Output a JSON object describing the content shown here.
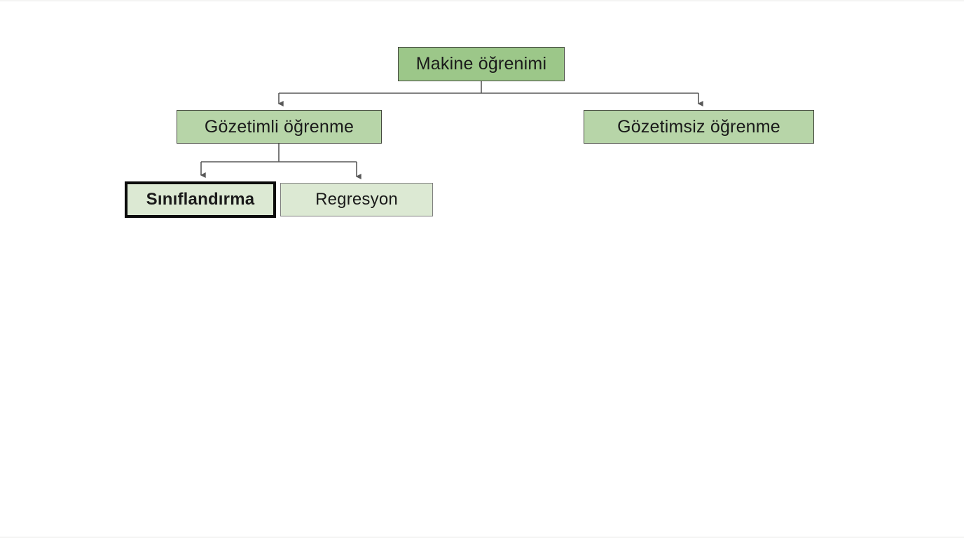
{
  "page": {
    "background_color": "#ffffff"
  },
  "diagram": {
    "type": "tree-flowchart",
    "connector_color": "#595959",
    "nodes": {
      "root": {
        "label": "Makine öğrenimi",
        "fill": "#9cc789",
        "border_color": "#45493f",
        "level": 1
      },
      "supervised": {
        "label": "Gözetimli öğrenme",
        "fill": "#b7d5a8",
        "border_color": "#45493f",
        "level": 2,
        "parent": "Makine öğrenimi"
      },
      "unsupervised": {
        "label": "Gözetimsiz öğrenme",
        "fill": "#b7d5a8",
        "border_color": "#45493f",
        "level": 2,
        "parent": "Makine öğrenimi"
      },
      "classification": {
        "label": "Sınıflandırma",
        "fill": "#dce9d3",
        "border_color": "#0b0b0b",
        "emphasized": true,
        "level": 3,
        "parent": "Gözetimli öğrenme"
      },
      "regression": {
        "label": "Regresyon",
        "fill": "#dce9d3",
        "border_color": "#7f7f7f",
        "level": 3,
        "parent": "Gözetimli öğrenme"
      }
    }
  }
}
